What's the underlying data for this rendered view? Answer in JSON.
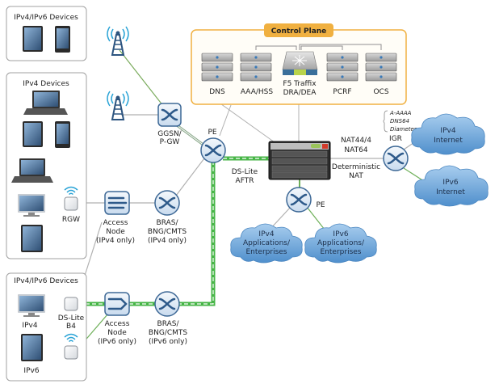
{
  "title": "F5 Carrier-Grade NAT / DS-Lite Network Architecture",
  "colors": {
    "control_plane_border": "#f0b040",
    "control_plane_title_bg": "#f0b040",
    "link_gray": "#a8a8a8",
    "link_green": "#5fb04a",
    "ds_lite_tunnel": "#3fbf3f",
    "router_fill": "#dbe8f5",
    "router_icon": "#2e5a8a",
    "cloud_fill": "#6aa6d8",
    "group_border": "#9a9a9a"
  },
  "groups": {
    "top_devices": {
      "title": "IPv4/IPv6 Devices"
    },
    "ipv4_devices": {
      "title": "IPv4 Devices"
    },
    "bottom_devices": {
      "title": "IPv4/IPv6 Devices",
      "ipv4_label": "IPv4",
      "ipv6_label": "IPv6"
    }
  },
  "control_plane": {
    "title": "Control Plane",
    "servers": [
      {
        "label": "DNS"
      },
      {
        "label": "AAA/HSS"
      },
      {
        "label_line1": "F5 Traffix",
        "label_line2": "DRA/DEA"
      },
      {
        "label": "PCRF"
      },
      {
        "label": "OCS"
      }
    ]
  },
  "nodes": {
    "rgw": {
      "label": "RGW"
    },
    "ds_lite_b4": {
      "line1": "DS-Lite",
      "line2": "B4"
    },
    "access_node_v4": {
      "line1": "Access",
      "line2": "Node",
      "line3": "(IPv4 only)"
    },
    "access_node_v6": {
      "line1": "Access",
      "line2": "Node",
      "line3": "(IPv6 only)"
    },
    "bras_v4": {
      "line1": "BRAS/",
      "line2": "BNG/CMTS",
      "line3": "(IPv4 only)"
    },
    "bras_v6": {
      "line1": "BRAS/",
      "line2": "BNG/CMTS",
      "line3": "(IPv6 only)"
    },
    "ggsn": {
      "line1": "GGSN/",
      "line2": "P-GW"
    },
    "pe_main": {
      "label": "PE"
    },
    "pe_lower": {
      "label": "PE"
    },
    "aftr": {
      "line1": "DS-Lite",
      "line2": "AFTR"
    },
    "f5_device": {
      "nat_line1": "NAT44/4",
      "nat_line2": "NAT64",
      "det_line1": "Deterministic",
      "det_line2": "NAT"
    },
    "igr": {
      "label": "IGR",
      "notes": [
        "A-AAAA",
        "DNS64",
        "Diameter"
      ]
    }
  },
  "clouds": {
    "ipv4_internet": {
      "line1": "IPv4",
      "line2": "Internet"
    },
    "ipv6_internet": {
      "line1": "IPv6",
      "line2": "Internet"
    },
    "ipv4_apps": {
      "line1": "IPv4",
      "line2": "Applications/",
      "line3": "Enterprises"
    },
    "ipv6_apps": {
      "line1": "IPv6",
      "line2": "Applications/",
      "line3": "Enterprises"
    }
  }
}
